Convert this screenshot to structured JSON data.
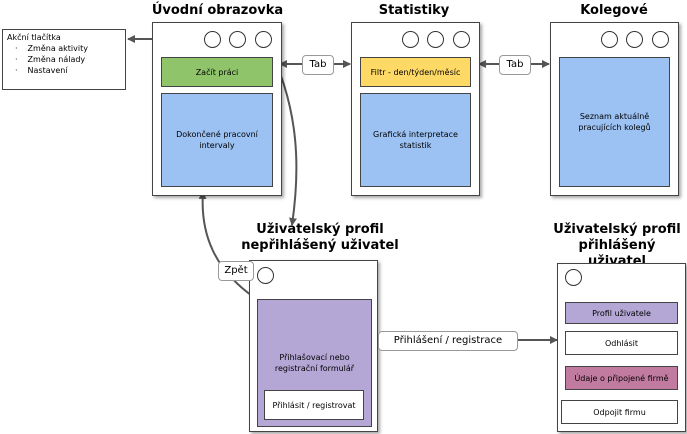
{
  "titles": {
    "home": "Úvodní obrazovka",
    "stats": "Statistiky",
    "colleagues": "Kolegové",
    "profile_out_line1": "Uživatelský profil",
    "profile_out_line2": "nepřihlášený uživatel",
    "profile_in_line1": "Uživatelský profil",
    "profile_in_line2": "přihlášený uživatel"
  },
  "info_box": {
    "heading": "Akční tlačítka",
    "items": [
      "Změna aktivity",
      "Změna nálady",
      "Nastavení"
    ]
  },
  "home": {
    "start_button": "Začít práci",
    "intervals": "Dokončené pracovní intervaly"
  },
  "stats": {
    "filter": "Filtr - den/týden/měsíc",
    "graphic": "Grafická interpretace statistik"
  },
  "colleagues": {
    "list": "Seznam aktuálně pracujících kolegů"
  },
  "profile_out": {
    "form": "Přihlašovací nebo registrační formulář",
    "login_button": "Přihlásit / registrovat"
  },
  "profile_in": {
    "profile_button": "Profil uživatele",
    "logout_button": "Odhlásit",
    "company_data": "Údaje o připojené firmě",
    "disconnect_button": "Odpojit firmu"
  },
  "connectors": {
    "tab1": "Tab",
    "tab2": "Tab",
    "back": "Zpět",
    "login_registration": "Přihlášení / registrace"
  },
  "colors": {
    "green": "#8fc46b",
    "yellow": "#ffd966",
    "blue": "#9cc2f4",
    "purple": "#b4a7d6",
    "magenta": "#c27ba0"
  }
}
